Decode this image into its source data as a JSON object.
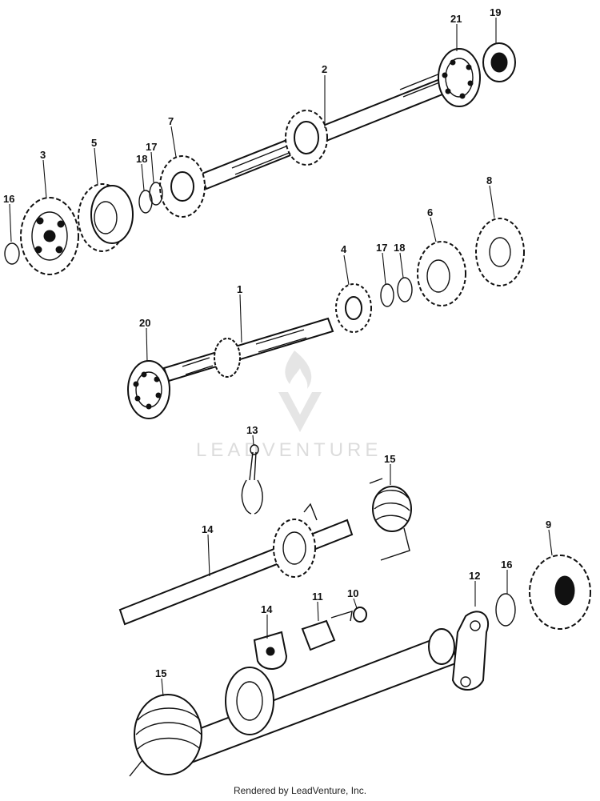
{
  "footer": "Rendered by LeadVenture, Inc.",
  "watermark": {
    "text": "LEADVENTURE"
  },
  "callouts": [
    "1",
    "2",
    "3",
    "4",
    "5",
    "6",
    "7",
    "8",
    "9",
    "10",
    "11",
    "12",
    "13",
    "14",
    "14",
    "15",
    "15",
    "16",
    "16",
    "17",
    "17",
    "18",
    "18",
    "19",
    "20",
    "21"
  ]
}
